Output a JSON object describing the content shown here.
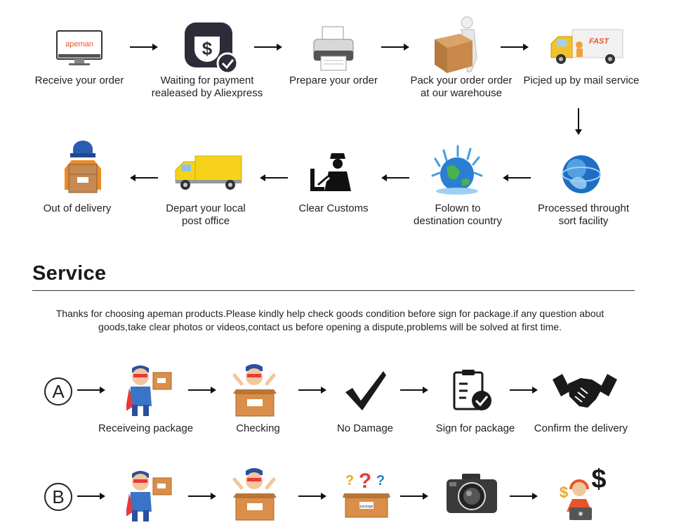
{
  "shipping_flow": {
    "step1": "Receive your order",
    "step1_logo": "apeman",
    "step2_line1": "Waiting for payment",
    "step2_line2": "realeased by Aliexpress",
    "step3": "Prepare your order",
    "step4_line1": "Pack your order order",
    "step4_line2": "at our warehouse",
    "step5": "Picjed up by mail service",
    "step5_truck_text": "FAST",
    "step6_line1": "Processed throught",
    "step6_line2": "sort facility",
    "step7_line1": "Folown to",
    "step7_line2": "destination country",
    "step8": "Clear Customs",
    "step9_line1": "Depart your local",
    "step9_line2": "post office",
    "step10": "Out of delivery"
  },
  "service": {
    "title": "Service",
    "note_line1": "Thanks for choosing apeman products.Please kindly help check goods condition before sign for package.if any question about",
    "note_line2": "goods,take clear photos or videos,contact us before opening a dispute,problems will be solved at first time.",
    "row_a": {
      "letter": "A",
      "labels": [
        "Receiveing package",
        "Checking",
        "No Damage",
        "Sign for package",
        "Confirm the delivery"
      ]
    },
    "row_b": {
      "letter": "B",
      "box_text": "package"
    }
  },
  "colors": {
    "accent_orange": "#e8552b",
    "dark": "#222222",
    "box_brown": "#c8894a",
    "truck_yellow": "#f2c12e",
    "globe_blue": "#2a7fd4"
  }
}
